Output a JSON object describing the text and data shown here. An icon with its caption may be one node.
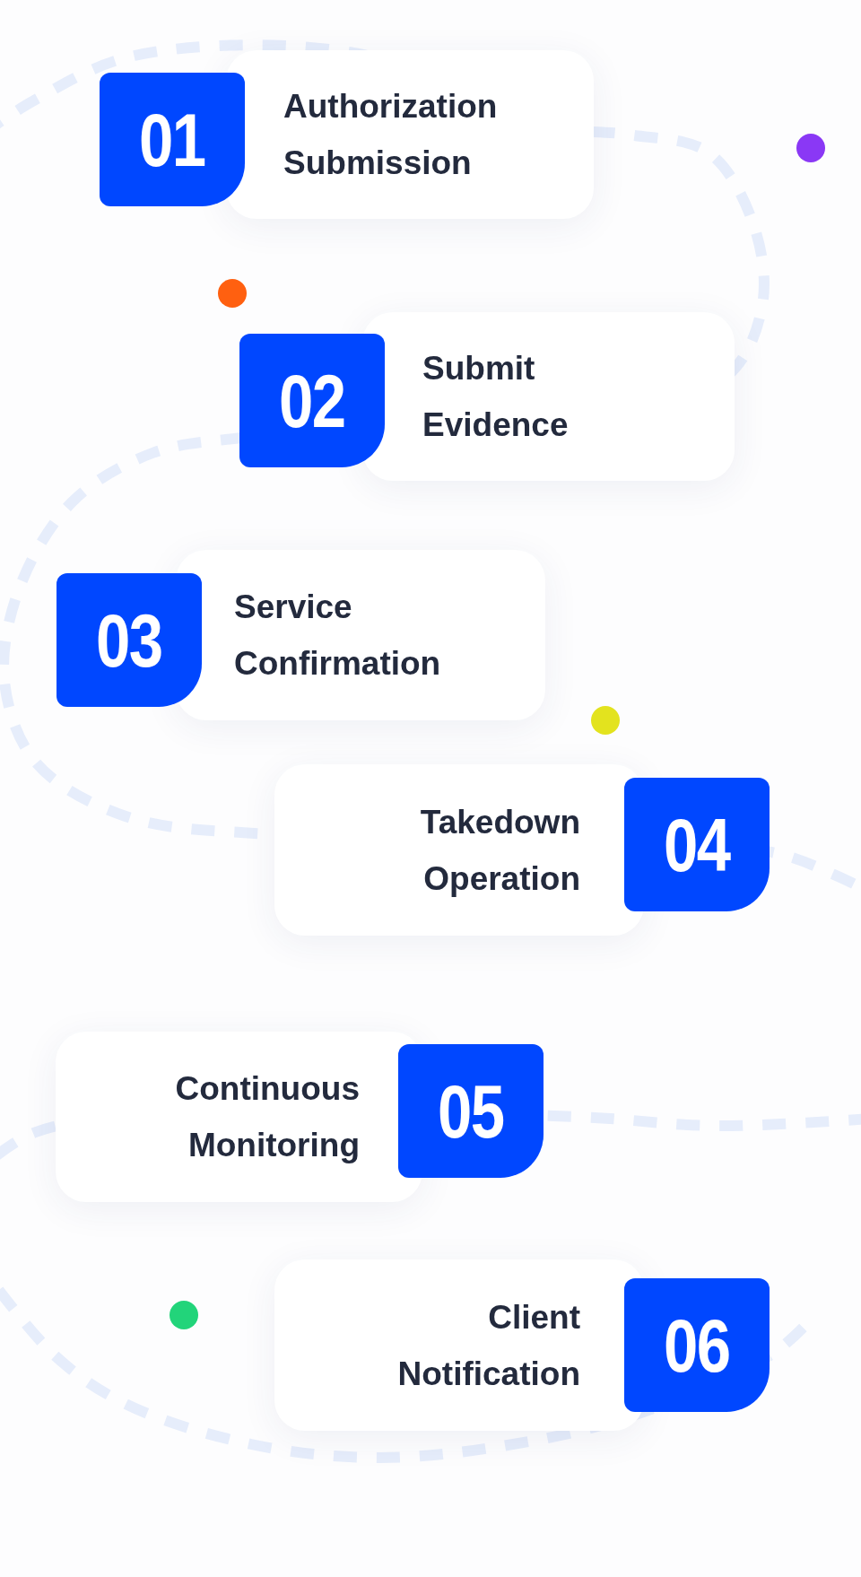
{
  "diagram": {
    "nodes": [
      {
        "text": [
          "01"
        ]
      },
      {
        "text": [
          "Authorization Submission"
        ]
      },
      {
        "text": [
          "02"
        ]
      },
      {
        "text": [
          "Submit Evidence"
        ]
      },
      {
        "text": [
          "03"
        ]
      },
      {
        "text": [
          "Service Confirmation"
        ]
      },
      {
        "text": [
          "Takedown Operation"
        ]
      },
      {
        "text": [
          "04"
        ]
      },
      {
        "text": [
          "Continuous Monitoring"
        ]
      },
      {
        "text": [
          "05"
        ]
      },
      {
        "text": [
          "Client Notification"
        ]
      },
      {
        "text": [
          "06"
        ]
      }
    ]
  }
}
